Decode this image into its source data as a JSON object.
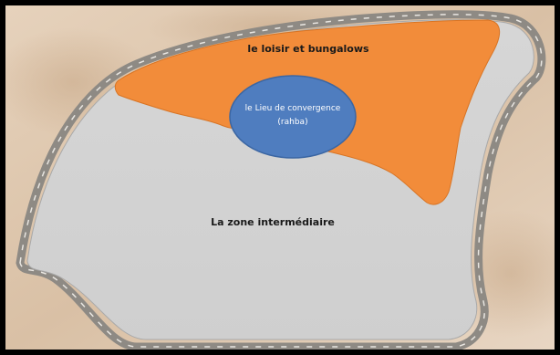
{
  "map": {
    "zones": [
      {
        "id": "leisure",
        "label": "le loisir et bungalows",
        "color": "#F28C3A"
      },
      {
        "id": "convergence",
        "label_lines": [
          "le Lieu de convergence",
          "(rahba)"
        ],
        "color": "#4F7DBF"
      },
      {
        "id": "intermediate",
        "label": "La zone intermédiaire",
        "color": "#D3D3D3"
      }
    ],
    "background": "aerial-desert-photo"
  },
  "colors": {
    "frame": "#000000",
    "sand_light": "#E2CDB6",
    "sand_dark": "#C9AE92",
    "road": "#8E8A84",
    "intermediate_fill": "#D3D3D3",
    "leisure_fill": "#F28C3A",
    "convergence_fill": "#4F7DBF"
  }
}
